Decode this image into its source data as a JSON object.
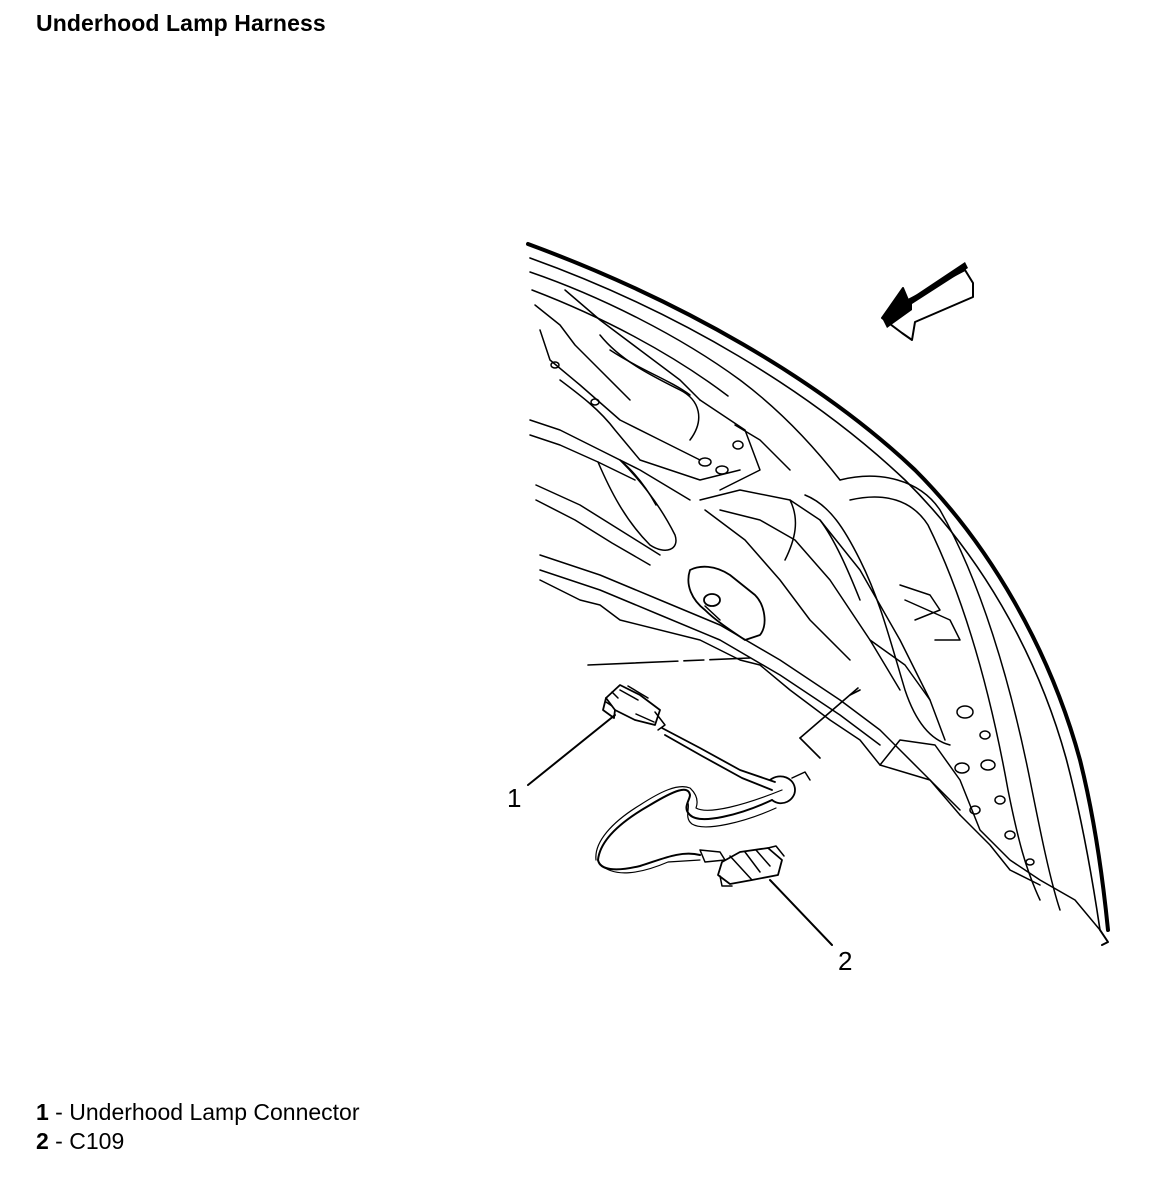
{
  "title": "Underhood Lamp Harness",
  "callouts": [
    {
      "number": "1",
      "label": "Underhood Lamp Connector"
    },
    {
      "number": "2",
      "label": "C109"
    }
  ],
  "legend_separator": " - ",
  "icons": {
    "direction_arrow": "front-direction-arrow-icon"
  }
}
